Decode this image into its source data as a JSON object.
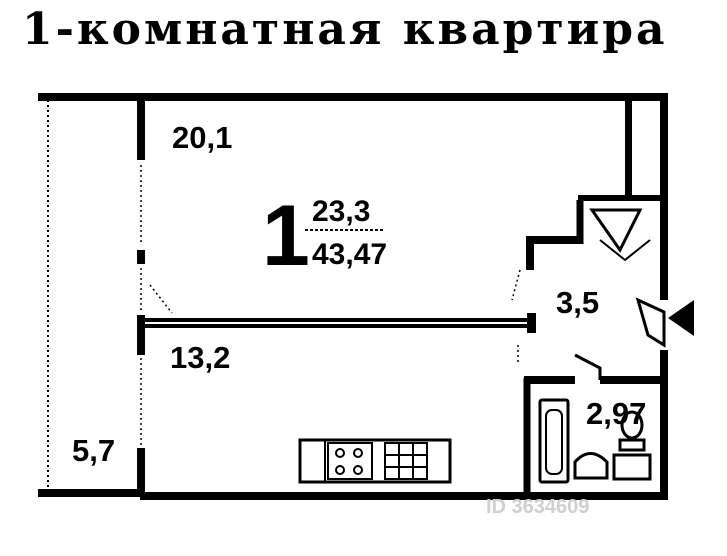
{
  "title": "1-комнатная квартира",
  "rooms": {
    "count": "1",
    "living_area": "23,3",
    "total_area": "43,47",
    "room_area": "20,1",
    "kitchen_area": "13,2",
    "hall_area": "3,5",
    "bath_area": "2,97",
    "balcony_area": "5,7"
  },
  "watermark": "ID 3634609",
  "colors": {
    "walls": "#000000",
    "background": "#ffffff",
    "watermark": "#cfcfcf"
  }
}
